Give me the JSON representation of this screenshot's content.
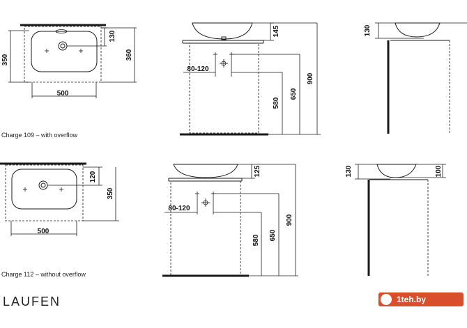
{
  "brand": "LAUFEN",
  "watermark": "1teh.by",
  "top_row": {
    "caption": "Charge 109 – with overflow",
    "plan": {
      "width": "500",
      "depth": "350",
      "outer": "360",
      "center": "130"
    },
    "front": {
      "height": "145",
      "range": "80-120",
      "h1": "580",
      "h2": "650",
      "total": "900"
    },
    "side": {
      "height": "130"
    }
  },
  "bottom_row": {
    "caption": "Charge 112 – without overflow",
    "plan": {
      "width": "500",
      "depth": "350",
      "center": "120"
    },
    "front": {
      "height": "125",
      "range": "80-120",
      "h1": "580",
      "h2": "650",
      "total": "900"
    },
    "side": {
      "left": "130",
      "right": "100"
    }
  }
}
